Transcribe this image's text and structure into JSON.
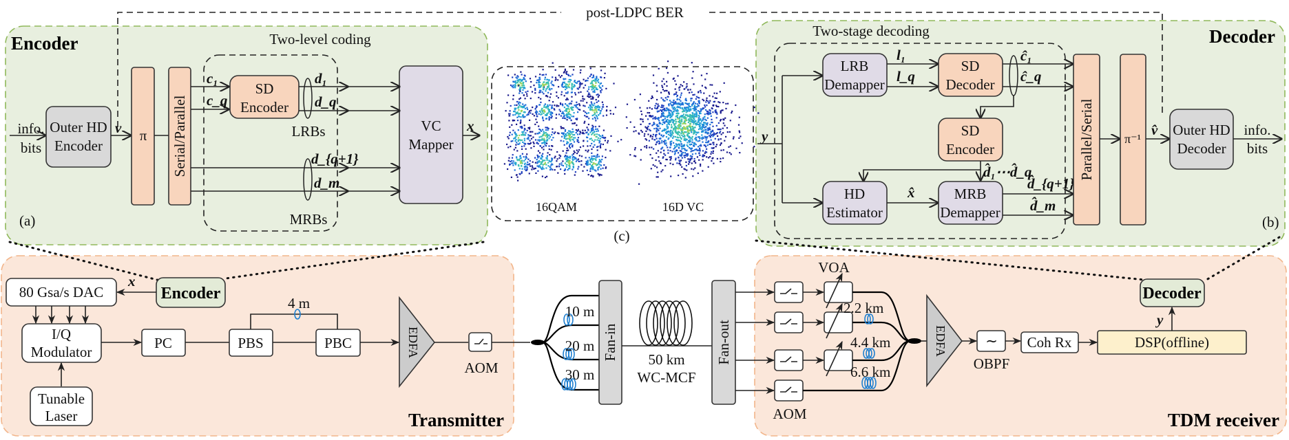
{
  "top": {
    "feedback_label": "post-LDPC BER"
  },
  "encoder_panel": {
    "title": "Encoder",
    "sublabel": "(a)",
    "group_label": "Two-level coding",
    "input_label_1": "info.",
    "input_label_2": "bits",
    "outer_hd_encoder": [
      "Outer HD",
      "Encoder"
    ],
    "v_label": "v",
    "interleaver": "π",
    "serial_parallel": "Serial/Parallel",
    "c1": "c₁",
    "cq": "c_q",
    "sd_encoder": [
      "SD",
      "Encoder"
    ],
    "d1": "d₁",
    "dq": "d_q",
    "lrbs": "LRBs",
    "dq1": "d_{q+1}",
    "dm": "d_m",
    "mrbs": "MRBs",
    "vc_mapper": [
      "VC",
      "Mapper"
    ],
    "x_label": "x"
  },
  "constellation_panel": {
    "sublabel": "(c)",
    "left_label": "16QAM",
    "right_label": "16D VC"
  },
  "decoder_panel": {
    "title": "Decoder",
    "sublabel": "(b)",
    "group_label": "Two-stage decoding",
    "y_label": "y",
    "lrb_demapper": [
      "LRB",
      "Demapper"
    ],
    "l1": "l₁",
    "lq": "l_q",
    "sd_decoder": [
      "SD",
      "Decoder"
    ],
    "c1_hat": "ĉ₁",
    "cq_hat": "ĉ_q",
    "sd_encoder": [
      "SD",
      "Encoder"
    ],
    "d1q_hat": "d̂₁⋯d̂_q",
    "hd_estimator": [
      "HD",
      "Estimator"
    ],
    "x_hat": "x̂",
    "mrb_demapper": [
      "MRB",
      "Demapper"
    ],
    "dq1_hat": "d̂_{q+1}",
    "dm_hat": "d̂_m",
    "parallel_serial": "Parallel/Serial",
    "deinterleaver": "π⁻¹",
    "v_hat": "v̂",
    "outer_hd_decoder": [
      "Outer HD",
      "Decoder"
    ],
    "output_label_1": "info.",
    "output_label_2": "bits"
  },
  "transmitter": {
    "title": "Transmitter",
    "encoder_box": "Encoder",
    "x_label": "x",
    "dac": "80 Gsa/s DAC",
    "iq_modulator": [
      "I/Q",
      "Modulator"
    ],
    "laser": [
      "Tunable",
      "Laser"
    ],
    "pc": "PC",
    "pbs": "PBS",
    "pbc": "PBC",
    "delay_label": "4 m",
    "edfa": "EDFA",
    "aom": "AOM"
  },
  "link": {
    "delays": [
      "10 m",
      "20 m",
      "30 m"
    ],
    "fan_in": "Fan-in",
    "fiber_length": "50 km",
    "fiber_type": "WC-MCF",
    "fan_out": "Fan-out"
  },
  "receiver": {
    "title": "TDM receiver",
    "voa": "VOA",
    "aom": "AOM",
    "delays": [
      "2.2 km",
      "4.4 km",
      "6.6 km"
    ],
    "edfa": "EDFA",
    "obpf": "OBPF",
    "coh_rx": "Coh Rx",
    "dsp": "DSP(offline)",
    "y_label": "y",
    "decoder_box": "Decoder"
  }
}
